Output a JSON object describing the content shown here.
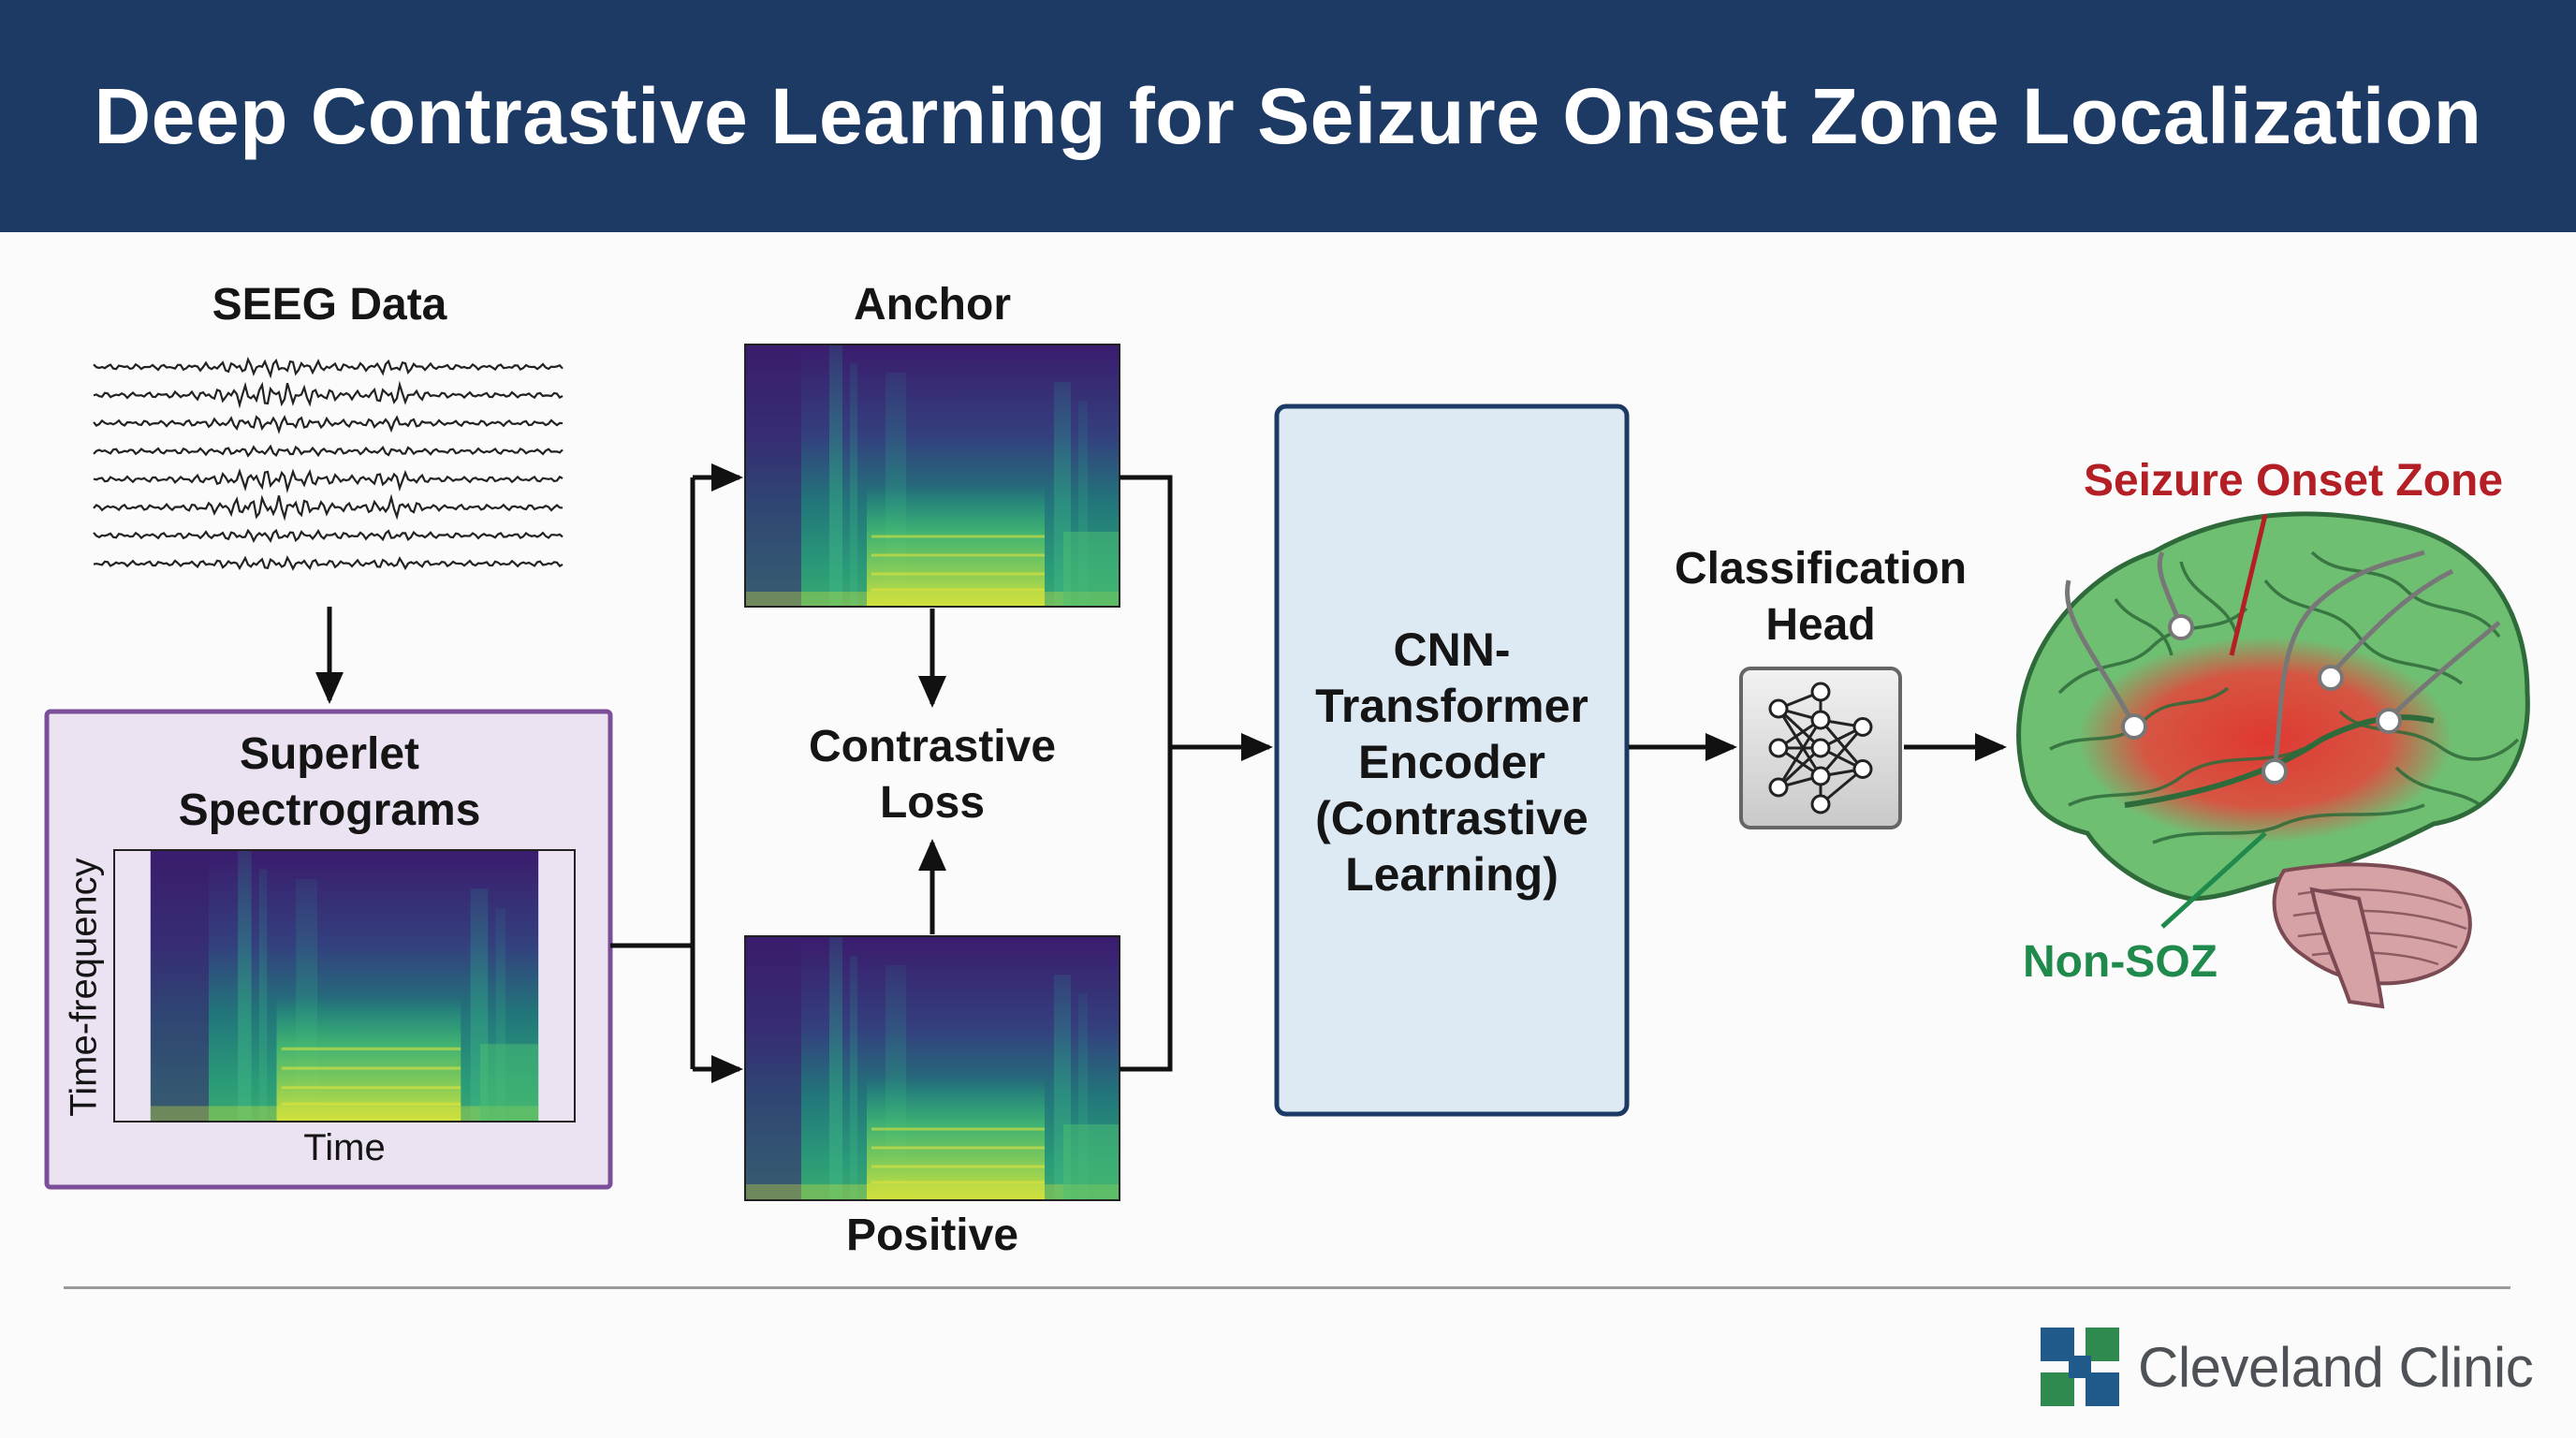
{
  "title": "Deep Contrastive Learning for Seizure Onset Zone Localization",
  "seeg": {
    "label": "SEEG Data"
  },
  "superlet": {
    "label_line1": "Superlet",
    "label_line2": "Spectrograms",
    "y_axis": "Time-frequency",
    "x_axis": "Time"
  },
  "anchor": {
    "label": "Anchor"
  },
  "positive": {
    "label": "Positive"
  },
  "contrastive_loss": {
    "line1": "Contrastive",
    "line2": "Loss"
  },
  "encoder": {
    "line1": "CNN-",
    "line2": "Transformer",
    "line3": "Encoder",
    "line4": "(Contrastive",
    "line5": "Learning)"
  },
  "classification_head": {
    "line1": "Classification",
    "line2": "Head"
  },
  "brain": {
    "soz_label": "Seizure Onset Zone",
    "non_soz_label": "Non-SOZ"
  },
  "footer": {
    "logo_text": "Cleveland Clinic"
  },
  "colors": {
    "header_bg": "#1d3a64",
    "superlet_box_bg": "#ebe3f2",
    "superlet_box_border": "#7a4e98",
    "encoder_bg": "#dde9f3",
    "encoder_border": "#1d3a64",
    "soz": "#b31f24",
    "non_soz": "#1f8a4c",
    "brain_green": "#6fbf73",
    "logo_green": "#2f8a4f",
    "logo_blue": "#1f5a8a"
  }
}
